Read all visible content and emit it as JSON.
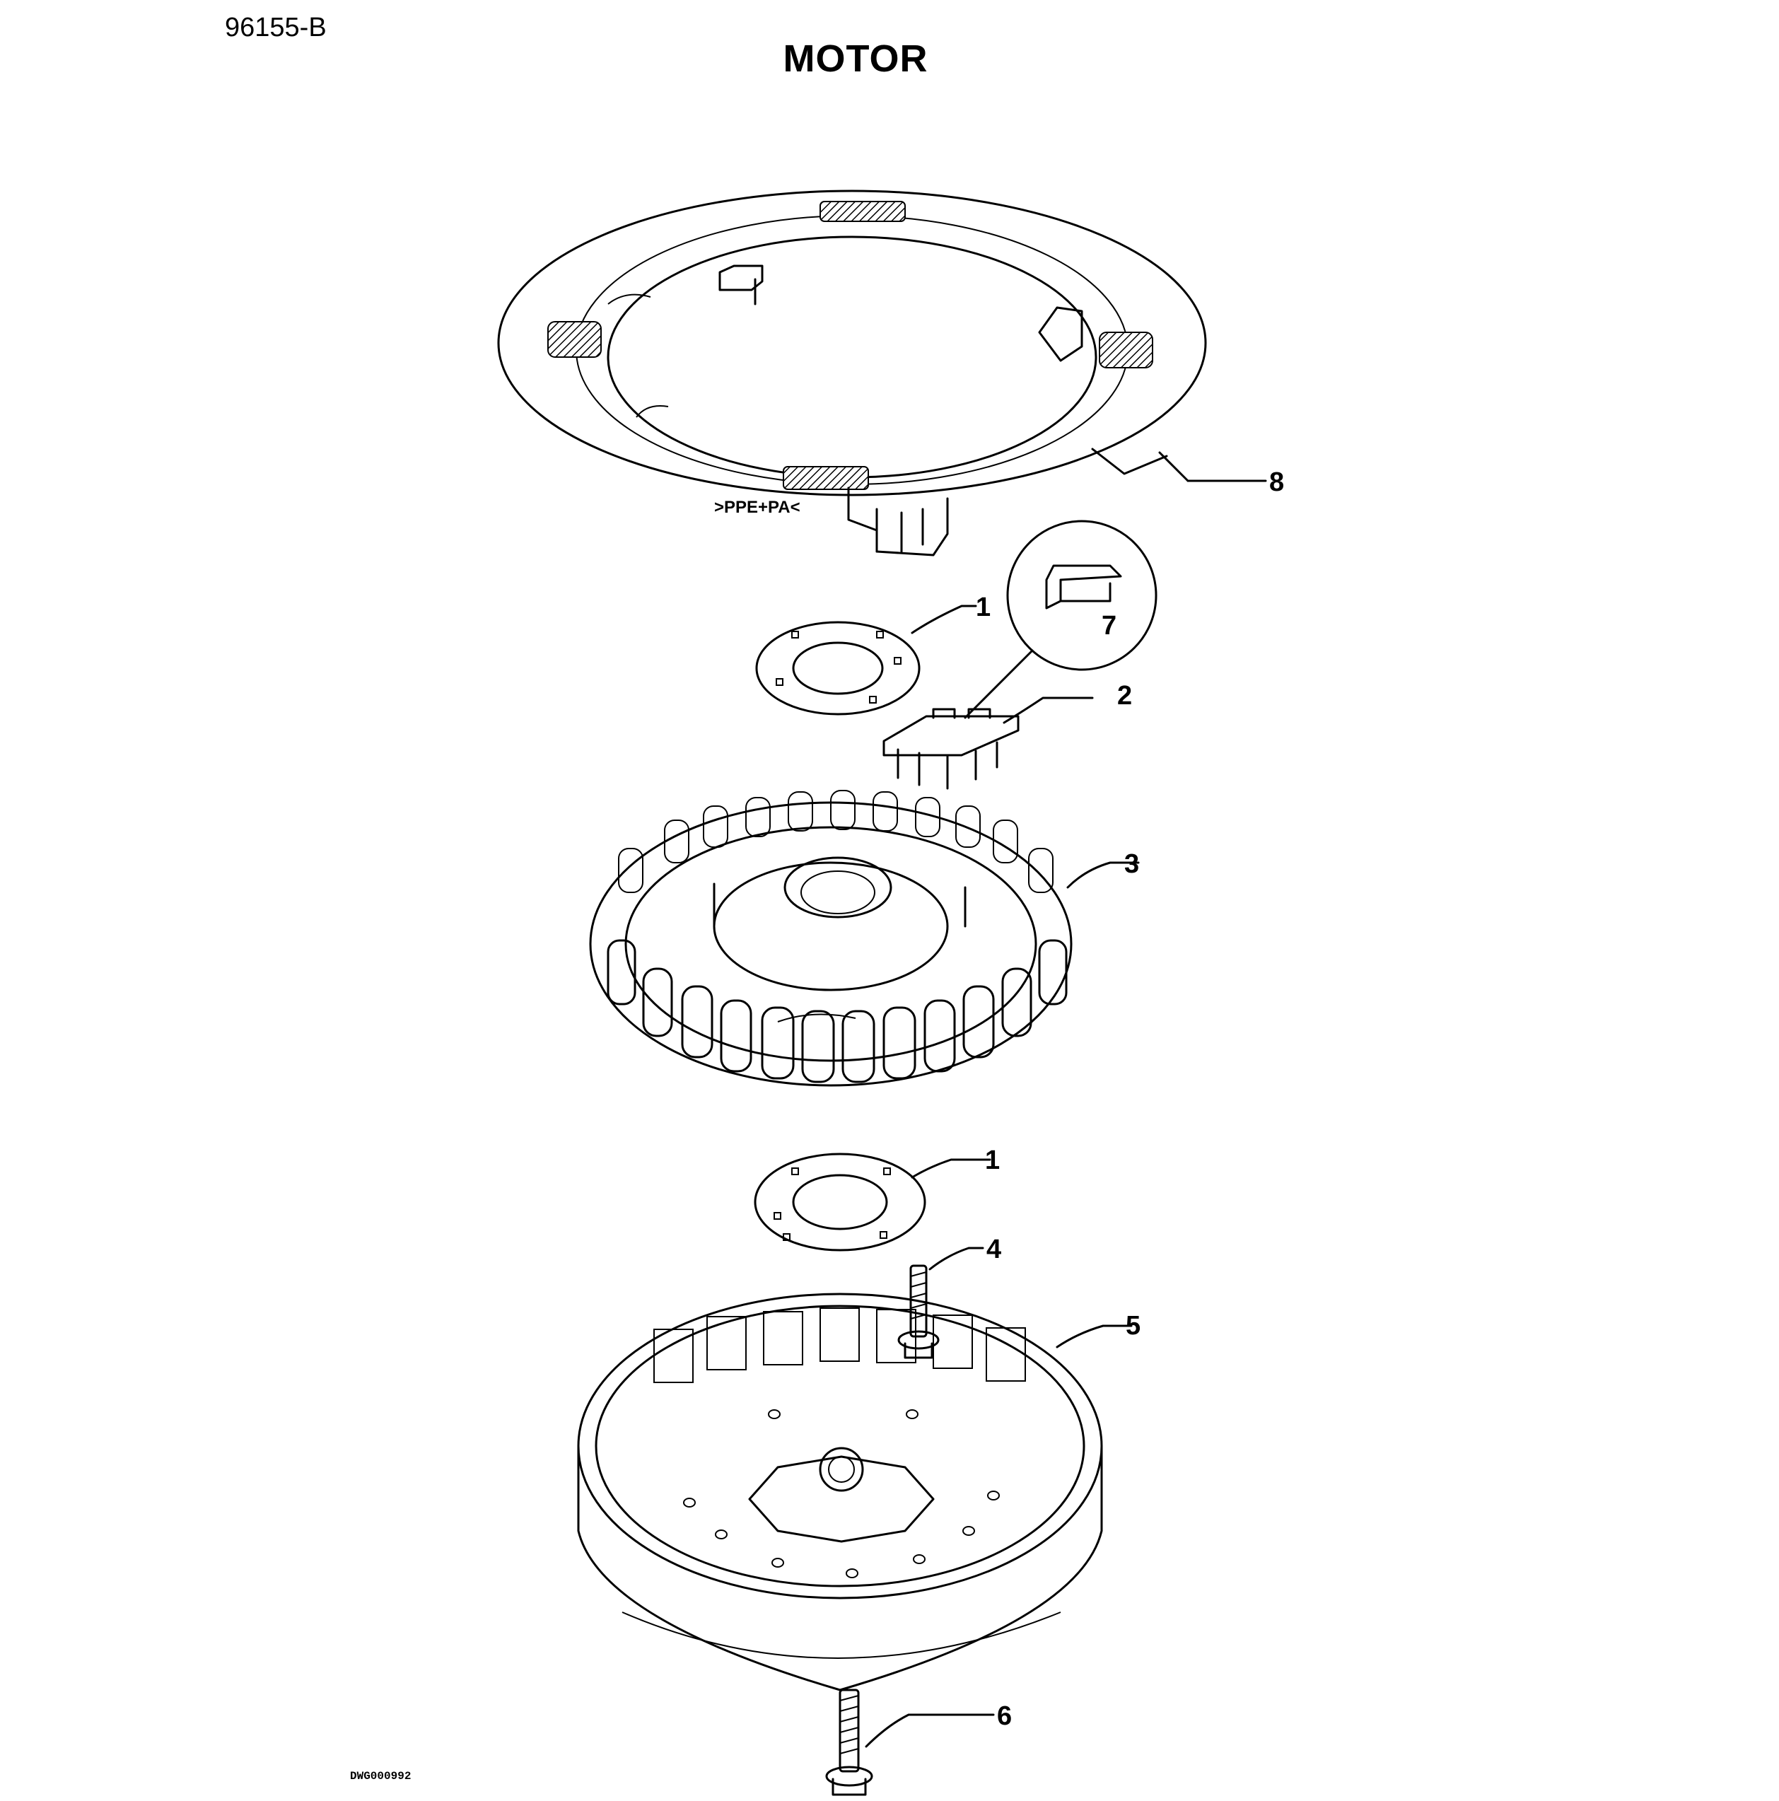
{
  "header": {
    "doc_number": "96155-B",
    "title": "MOTOR"
  },
  "footer": {
    "drawing_code": "DWG000992"
  },
  "parts": {
    "shroud_marking": ">PPE+PA<",
    "callouts": [
      {
        "id": "callout-8",
        "label": "8"
      },
      {
        "id": "callout-1-top",
        "label": "1"
      },
      {
        "id": "callout-7",
        "label": "7"
      },
      {
        "id": "callout-2",
        "label": "2"
      },
      {
        "id": "callout-3",
        "label": "3"
      },
      {
        "id": "callout-1-bottom",
        "label": "1"
      },
      {
        "id": "callout-4",
        "label": "4"
      },
      {
        "id": "callout-5",
        "label": "5"
      },
      {
        "id": "callout-6",
        "label": "6"
      }
    ]
  }
}
